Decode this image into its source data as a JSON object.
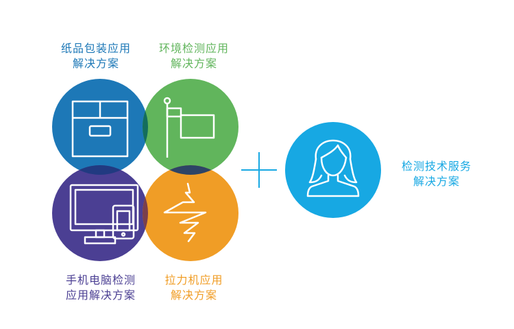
{
  "colors": {
    "paper": "#1d78b7",
    "env": "#61b55c",
    "phone": "#4b3f93",
    "tensile": "#f09d26",
    "service": "#17a8e3",
    "overlap_top": "#146d5c",
    "overlap_left": "#213a81",
    "overlap_right": "#2e4466",
    "overlap_bottom": "#7a3f4c",
    "plus": "#17a8e3"
  },
  "solutions": {
    "paper": {
      "line1": "纸品包装应用",
      "line2": "解决方案",
      "icon": "box-icon"
    },
    "env": {
      "line1": "环境检测应用",
      "line2": "解决方案",
      "icon": "flag-icon"
    },
    "phone": {
      "line1": "手机电脑检测",
      "line2": "应用解决方案",
      "icon": "devices-icon"
    },
    "tensile": {
      "line1": "拉力机应用",
      "line2": "解决方案",
      "icon": "waveform-icon"
    },
    "service": {
      "line1": "检测技术服务",
      "line2": "解决方案",
      "icon": "person-icon"
    }
  }
}
